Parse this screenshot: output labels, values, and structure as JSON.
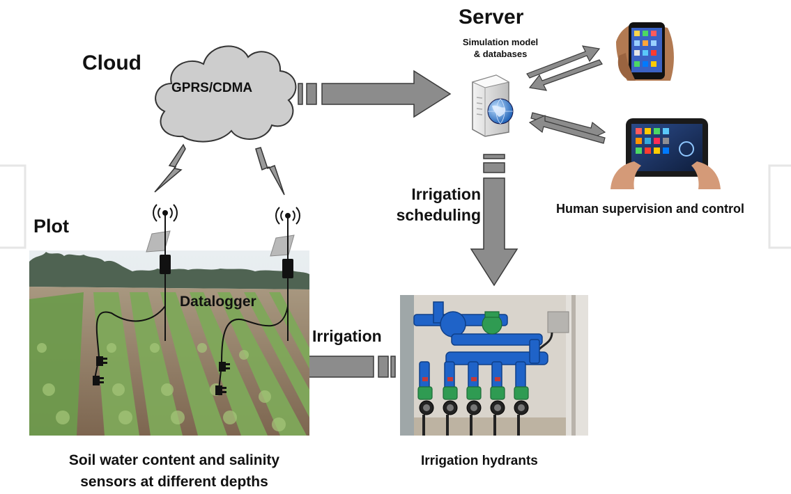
{
  "labels": {
    "cloud": "Cloud",
    "cloud_network": "GPRS/CDMA",
    "server": "Server",
    "server_sub_line1": "Simulation model",
    "server_sub_line2": "& databases",
    "irrigation_scheduling_line1": "Irrigation",
    "irrigation_scheduling_line2": "scheduling",
    "human": "Human supervision and control",
    "plot": "Plot",
    "datalogger": "Datalogger",
    "irrigation": "Irrigation",
    "sensors_line1": "Soil water content and salinity",
    "sensors_line2": "sensors at different depths",
    "hydrants": "Irrigation hydrants"
  },
  "icons": [
    "cloud-icon",
    "lightning-icon",
    "antenna-icon",
    "server-icon",
    "globe-icon",
    "smartphone-icon",
    "tablet-icon"
  ],
  "colors": {
    "arrow_fill": "#8c8c8c",
    "arrow_stroke": "#3a3a3a",
    "cloud_fill": "#cfcfcf",
    "pipe_blue": "#1f63c8",
    "valve_green": "#2f9b52",
    "field_soil": "#8a7560",
    "lettuce": "#7fa85a"
  }
}
